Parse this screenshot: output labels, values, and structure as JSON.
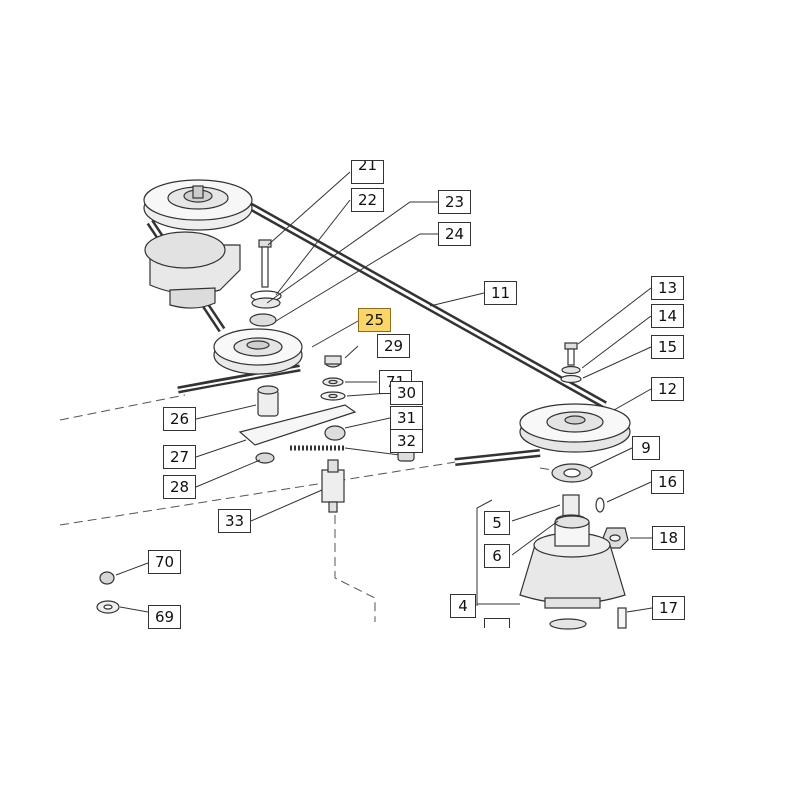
{
  "diagram": {
    "highlighted_part": "25",
    "highlight_color": "#fbd568",
    "line_color": "#333333",
    "callouts": {
      "c21": "21",
      "c22": "22",
      "c23": "23",
      "c24": "24",
      "c11": "11",
      "c25": "25",
      "c29": "29",
      "c71": "71",
      "c30": "30",
      "c31": "31",
      "c32": "32",
      "c26": "26",
      "c27": "27",
      "c28": "28",
      "c33": "33",
      "c13": "13",
      "c14": "14",
      "c15": "15",
      "c12": "12",
      "c9": "9",
      "c16": "16",
      "c18": "18",
      "c5": "5",
      "c6": "6",
      "c4": "4",
      "c17": "17",
      "c70": "70",
      "c69": "69"
    }
  }
}
